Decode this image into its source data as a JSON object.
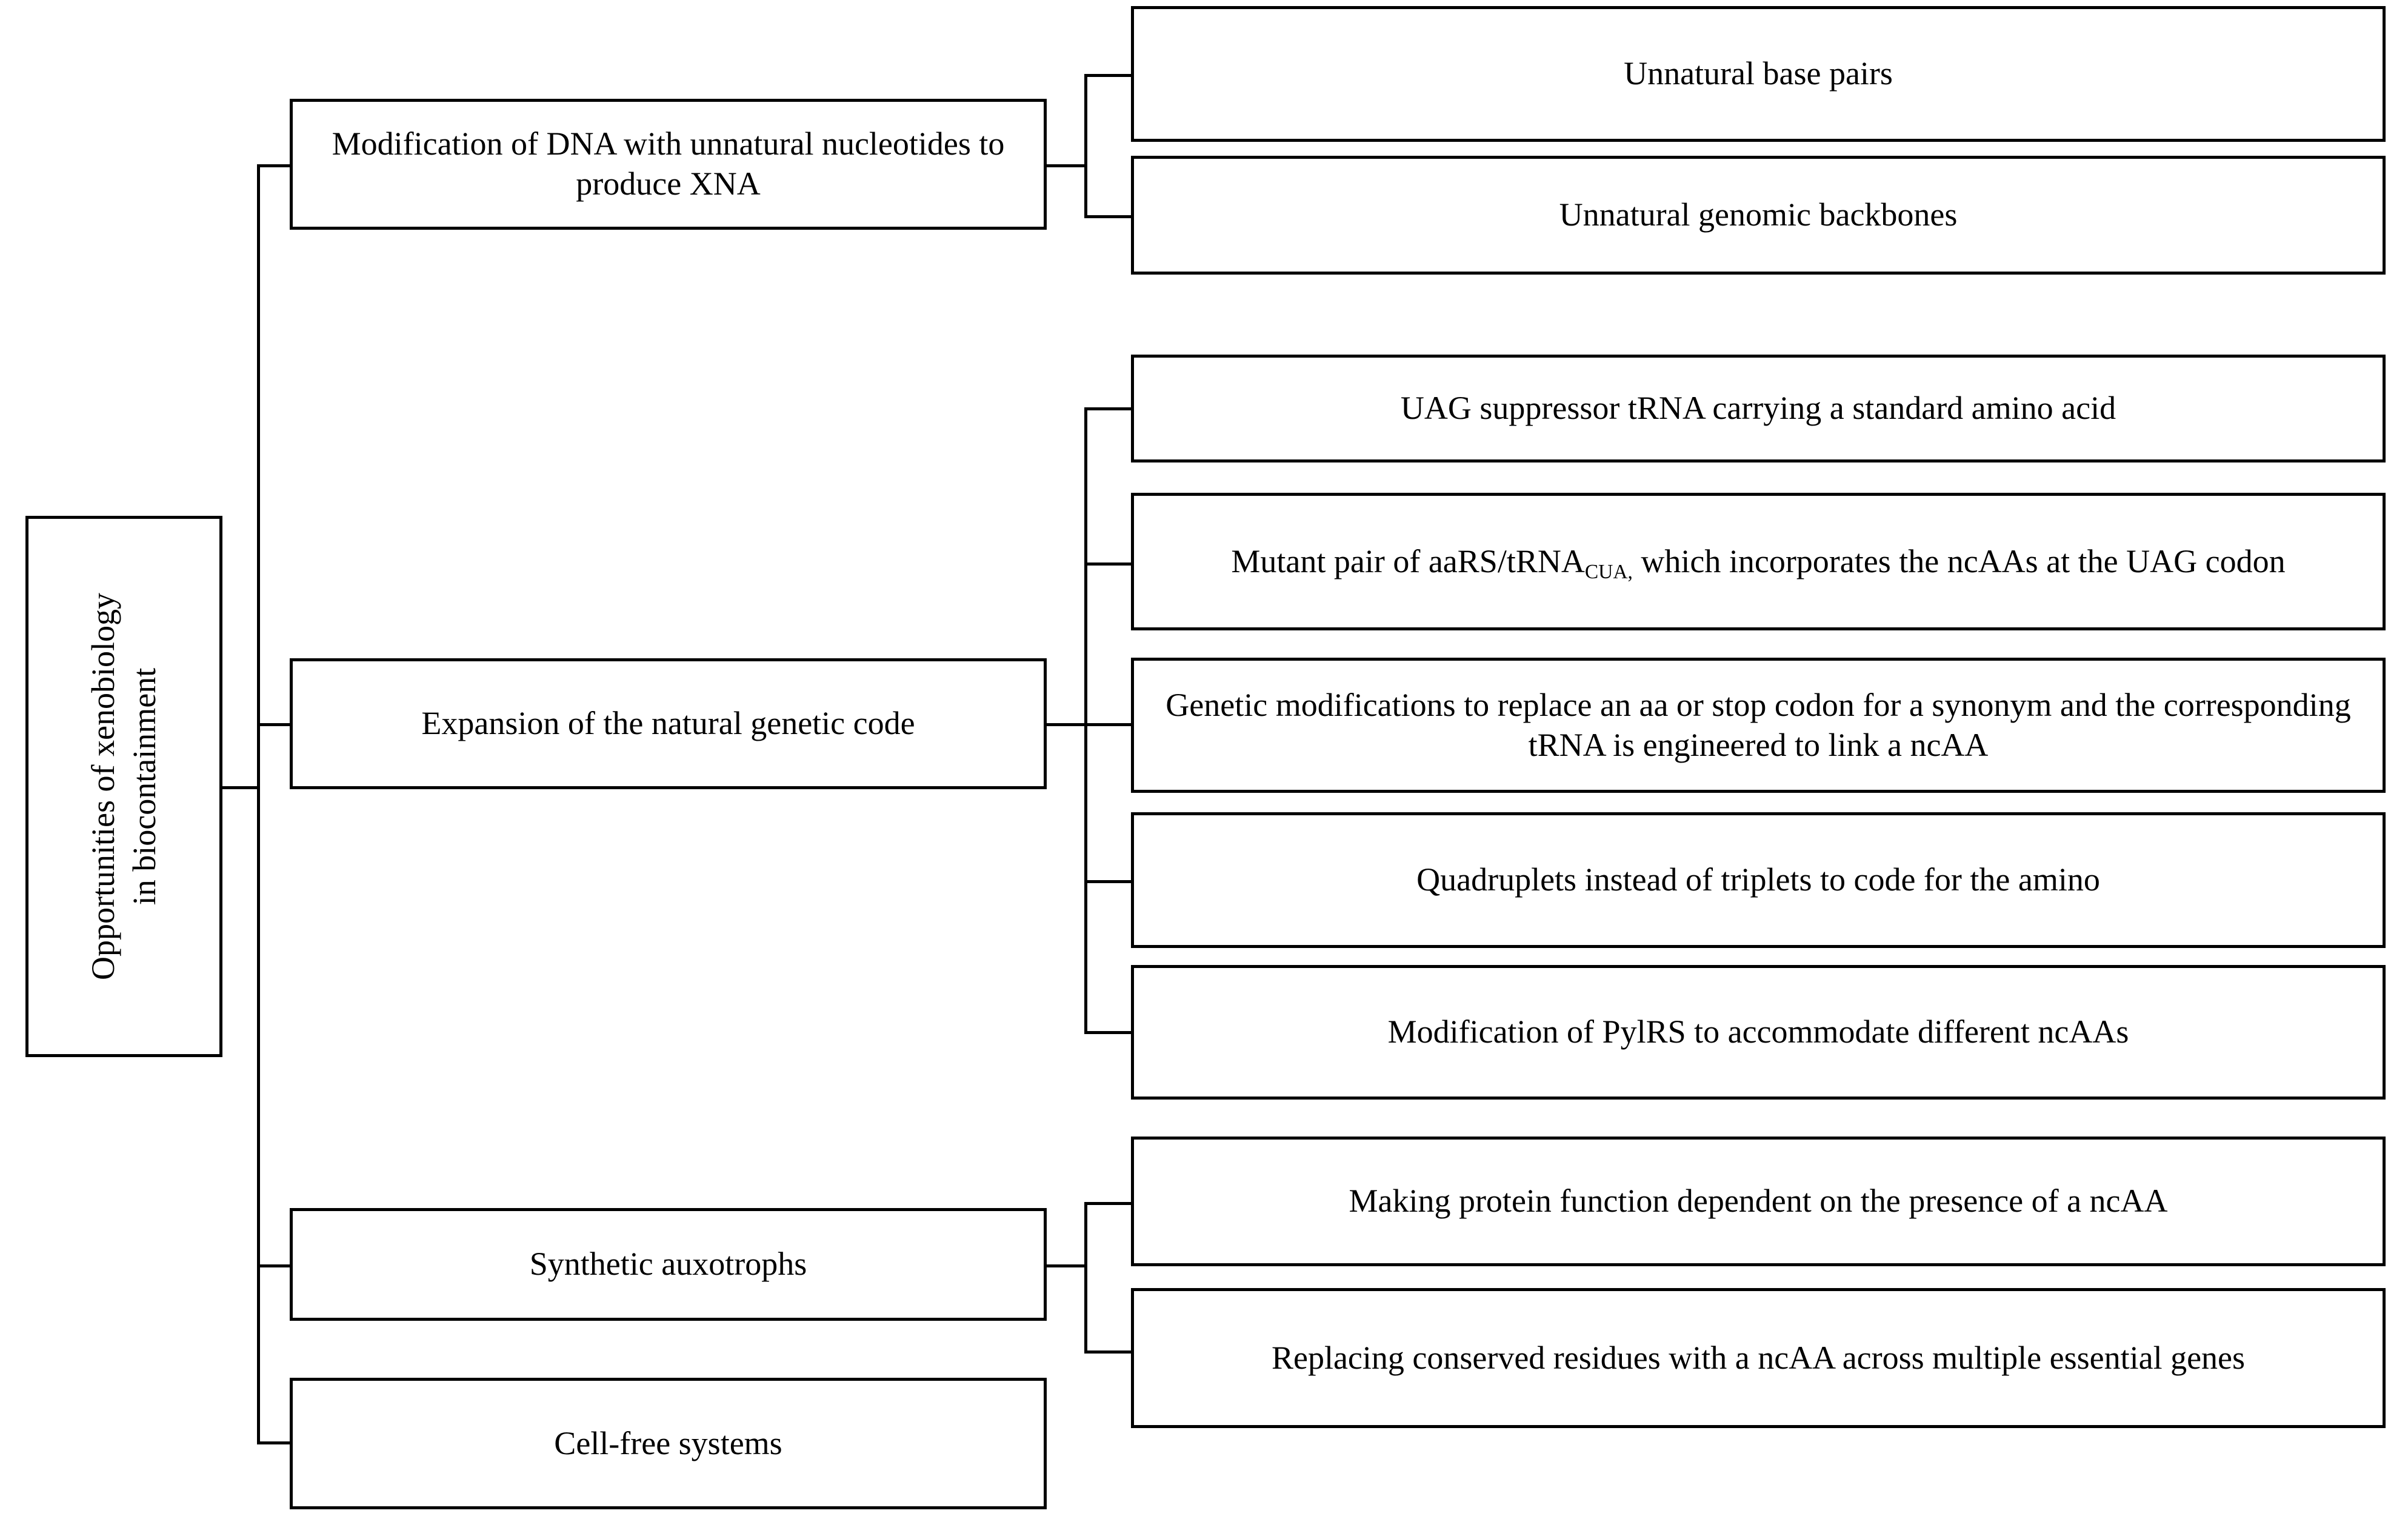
{
  "diagram": {
    "type": "hierarchy-tree",
    "orientation": "left-to-right",
    "root": {
      "label": "Opportunities of xenobiology in biocontainment",
      "label_line1": "Opportunities of xenobiology",
      "label_line2": "in biocontainment",
      "rotation": "-90deg"
    },
    "branches": [
      {
        "label": "Modification of DNA with unnatural nucleotides to produce XNA",
        "children": [
          {
            "label": "Unnatural base pairs"
          },
          {
            "label": "Unnatural genomic backbones"
          }
        ]
      },
      {
        "label": "Expansion of the natural genetic code",
        "children": [
          {
            "label": "UAG suppressor tRNA carrying a standard amino acid"
          },
          {
            "label_pre": "Mutant pair of aaRS/tRNA",
            "label_sub": "CUA,",
            "label_post": " which incorporates the ncAAs at the UAG codon"
          },
          {
            "label": "Genetic modifications to replace an aa or stop codon for a synonym and the corresponding tRNA is engineered to link a ncAA"
          },
          {
            "label": "Quadruplets instead of triplets to code for the amino"
          },
          {
            "label": "Modification of PylRS to accommodate different ncAAs"
          }
        ]
      },
      {
        "label": "Synthetic auxotrophs",
        "children": [
          {
            "label": "Making protein function dependent on the presence of a ncAA"
          },
          {
            "label": "Replacing conserved residues with a ncAA across multiple essential genes"
          }
        ]
      },
      {
        "label": "Cell-free systems",
        "children": []
      }
    ],
    "style": {
      "box_border_color": "#000000",
      "box_fill_color": "#ffffff",
      "line_color": "#000000",
      "text_color": "#000000",
      "background_color": "#ffffff"
    }
  }
}
